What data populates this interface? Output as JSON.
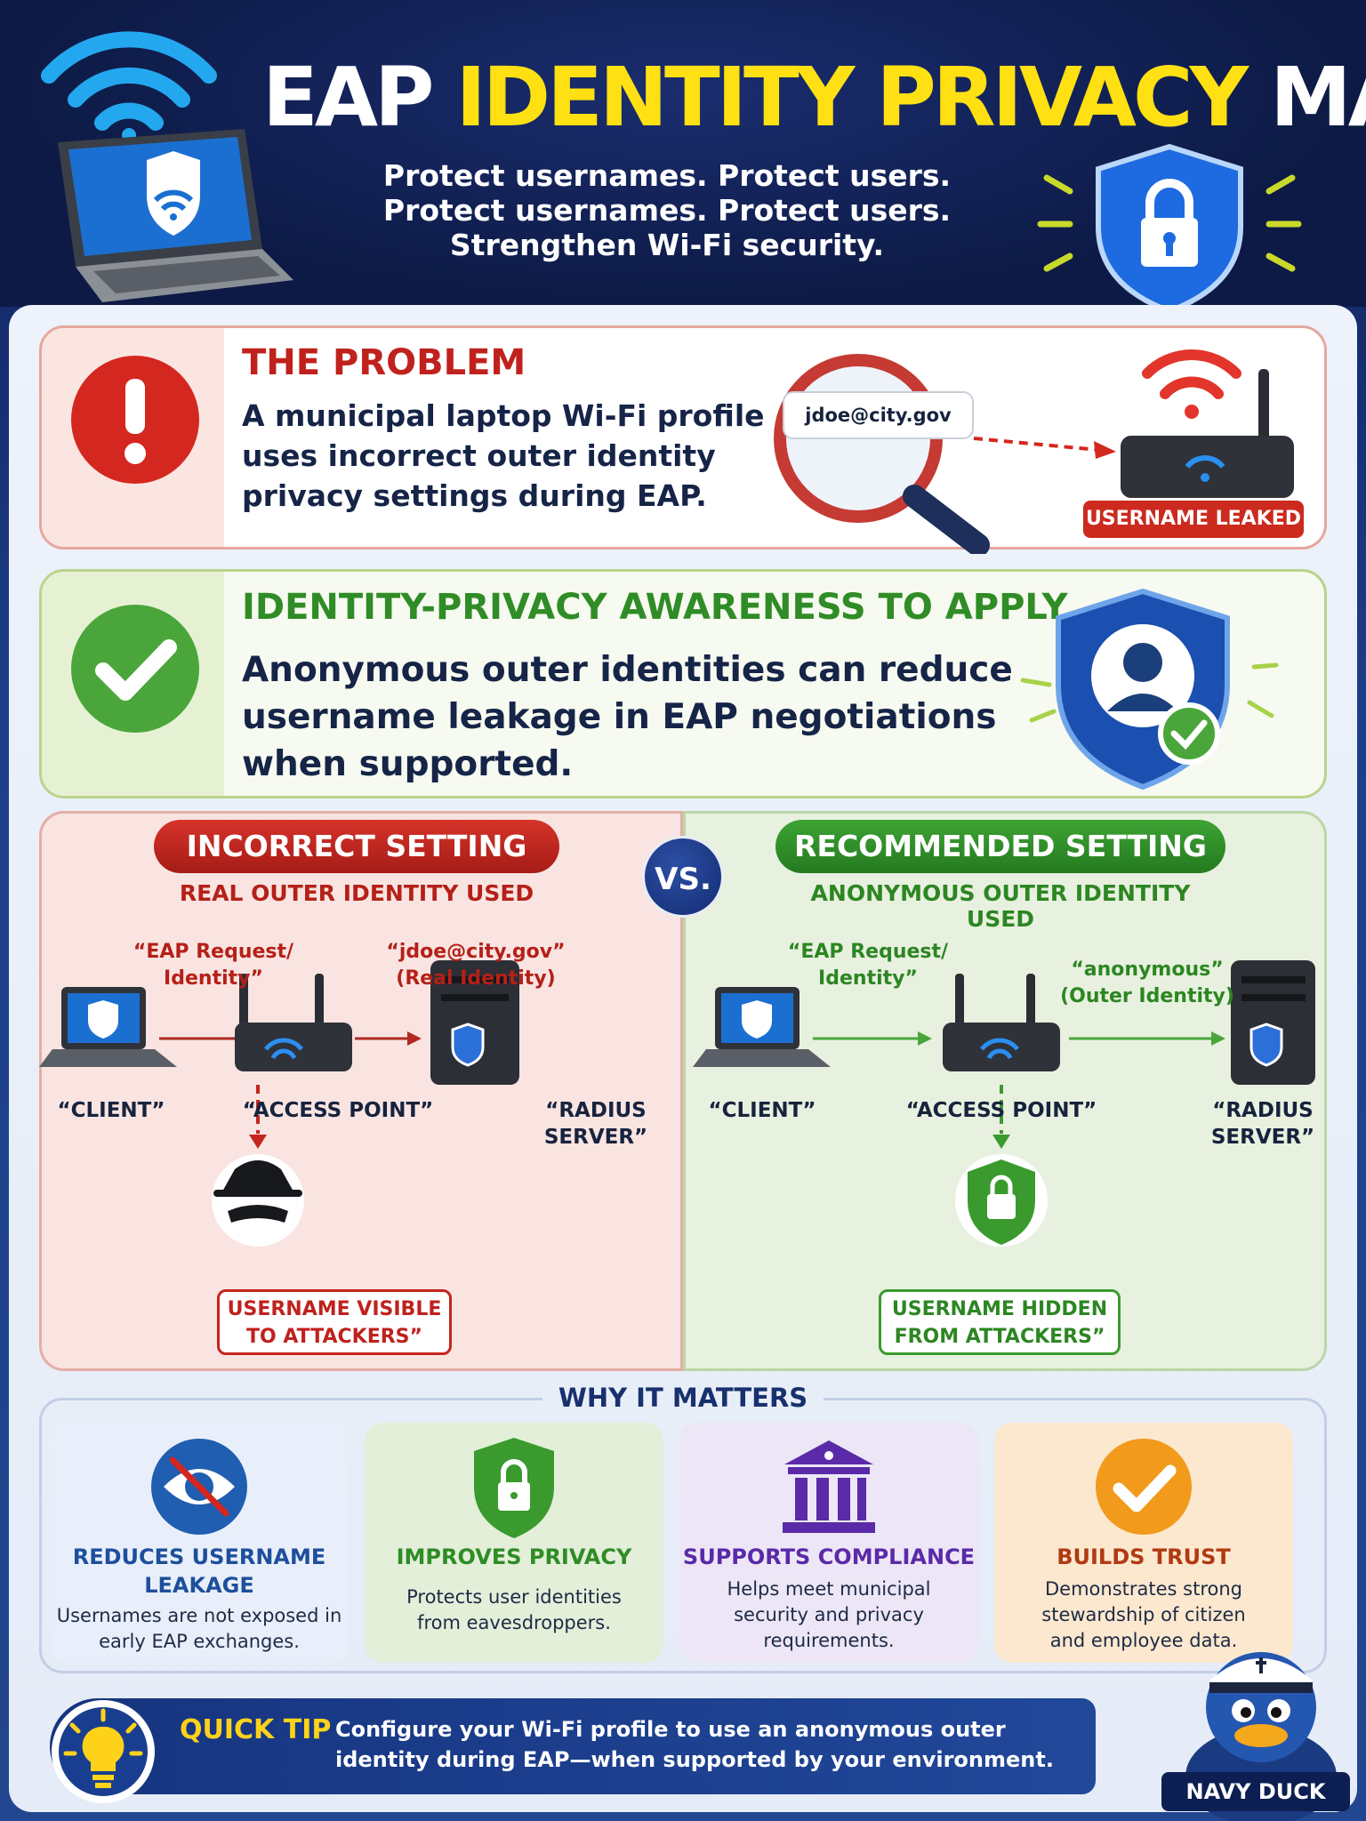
{
  "header": {
    "title_part1": "EAP ",
    "title_part2": "IDENTITY PRIVACY",
    "title_part3": " MATTERS!",
    "subtitle_lines": [
      "Protect usernames. Protect users.",
      "Protect usernames. Protect users.",
      "Strengthen Wi-Fi security."
    ]
  },
  "problem": {
    "title": "THE PROBLEM",
    "body": "A municipal laptop Wi-Fi profile uses incorrect outer identity privacy settings during EAP.",
    "email_chip": "jdoe@city.gov",
    "leaked_tag": "USERNAME LEAKED"
  },
  "awareness": {
    "title": "IDENTITY-PRIVACY AWARENESS TO APPLY",
    "body": "Anonymous outer identities can reduce username leakage in EAP negotiations when supported."
  },
  "comparison": {
    "vs": "VS.",
    "incorrect": {
      "pill": "INCORRECT SETTING",
      "subtitle": "REAL OUTER IDENTITY USED",
      "msg1_line1": "“EAP Request/",
      "msg1_line2": "Identity”",
      "msg2_line1": "“jdoe@city.gov”",
      "msg2_line2": "(Real Identity)",
      "client": "“CLIENT”",
      "ap": "“ACCESS POINT”",
      "server_line1": "“RADIUS",
      "server_line2": "SERVER”",
      "result_line1": "USERNAME VISIBLE",
      "result_line2": "TO ATTACKERS”"
    },
    "recommended": {
      "pill": "RECOMMENDED SETTING",
      "subtitle": "ANONYMOUS OUTER IDENTITY USED",
      "msg1_line1": "“EAP Request/",
      "msg1_line2": "Identity”",
      "msg2_line1": "“anonymous”",
      "msg2_line2": "(Outer Identity)",
      "client": "“CLIENT”",
      "ap": "“ACCESS POINT”",
      "server_line1": "“RADIUS",
      "server_line2": "SERVER”",
      "result_line1": "USERNAME HIDDEN",
      "result_line2": "FROM ATTACKERS”"
    }
  },
  "why": {
    "title": "WHY IT MATTERS",
    "tiles": [
      {
        "head_line1": "REDUCES USERNAME",
        "head_line2": "LEAKAGE",
        "body": "Usernames are not exposed in early EAP exchanges.",
        "color": "#1d4f9c"
      },
      {
        "head_line1": "IMPROVES PRIVACY",
        "head_line2": "",
        "body": "Protects user identities from eavesdroppers.",
        "color": "#2f8c26"
      },
      {
        "head_line1": "SUPPORTS COMPLIANCE",
        "head_line2": "",
        "body": "Helps meet municipal security and privacy requirements.",
        "color": "#5a2aa8"
      },
      {
        "head_line1": "BUILDS TRUST",
        "head_line2": "",
        "body": "Demonstrates strong stewardship of citizen and employee data.",
        "color": "#b13a12"
      }
    ]
  },
  "tip": {
    "label": "QUICK TIP",
    "text": "Configure your Wi-Fi profile to use an anonymous outer identity during EAP—when supported by your environment."
  },
  "mascot": {
    "label": "NAVY DUCK"
  },
  "colors": {
    "brand_navy": "#0d1a45",
    "accent_yellow": "#ffe012",
    "problem_red": "#c0211d",
    "success_green": "#2f8c26"
  }
}
